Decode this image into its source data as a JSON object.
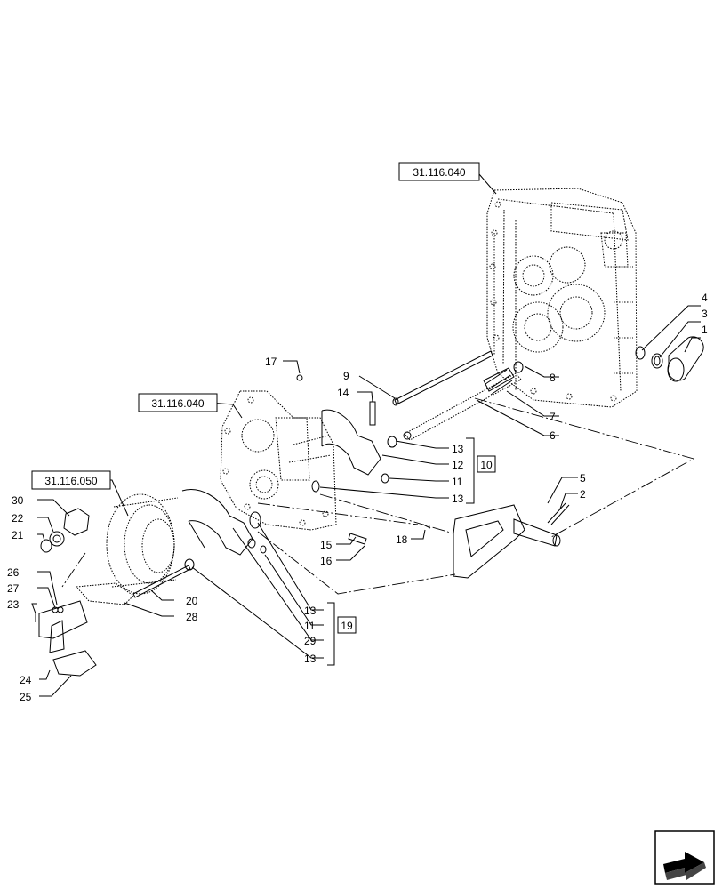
{
  "references": {
    "top": "31.116.040",
    "mid": "31.116.040",
    "left": "31.116.050"
  },
  "callouts": {
    "c1": "1",
    "c2": "2",
    "c3": "3",
    "c4": "4",
    "c5": "5",
    "c6": "6",
    "c7": "7",
    "c8": "8",
    "c9": "9",
    "c10": "10",
    "c11a": "11",
    "c11b": "11",
    "c12": "12",
    "c13a": "13",
    "c13b": "13",
    "c13c": "13",
    "c13d": "13",
    "c14": "14",
    "c15": "15",
    "c16": "16",
    "c17": "17",
    "c18": "18",
    "c19": "19",
    "c20": "20",
    "c21": "21",
    "c22": "22",
    "c23": "23",
    "c24": "24",
    "c25": "25",
    "c26": "26",
    "c27": "27",
    "c28": "28",
    "c29": "29",
    "c30": "30"
  },
  "icons": {
    "nav": "next-page-arrow-icon"
  }
}
